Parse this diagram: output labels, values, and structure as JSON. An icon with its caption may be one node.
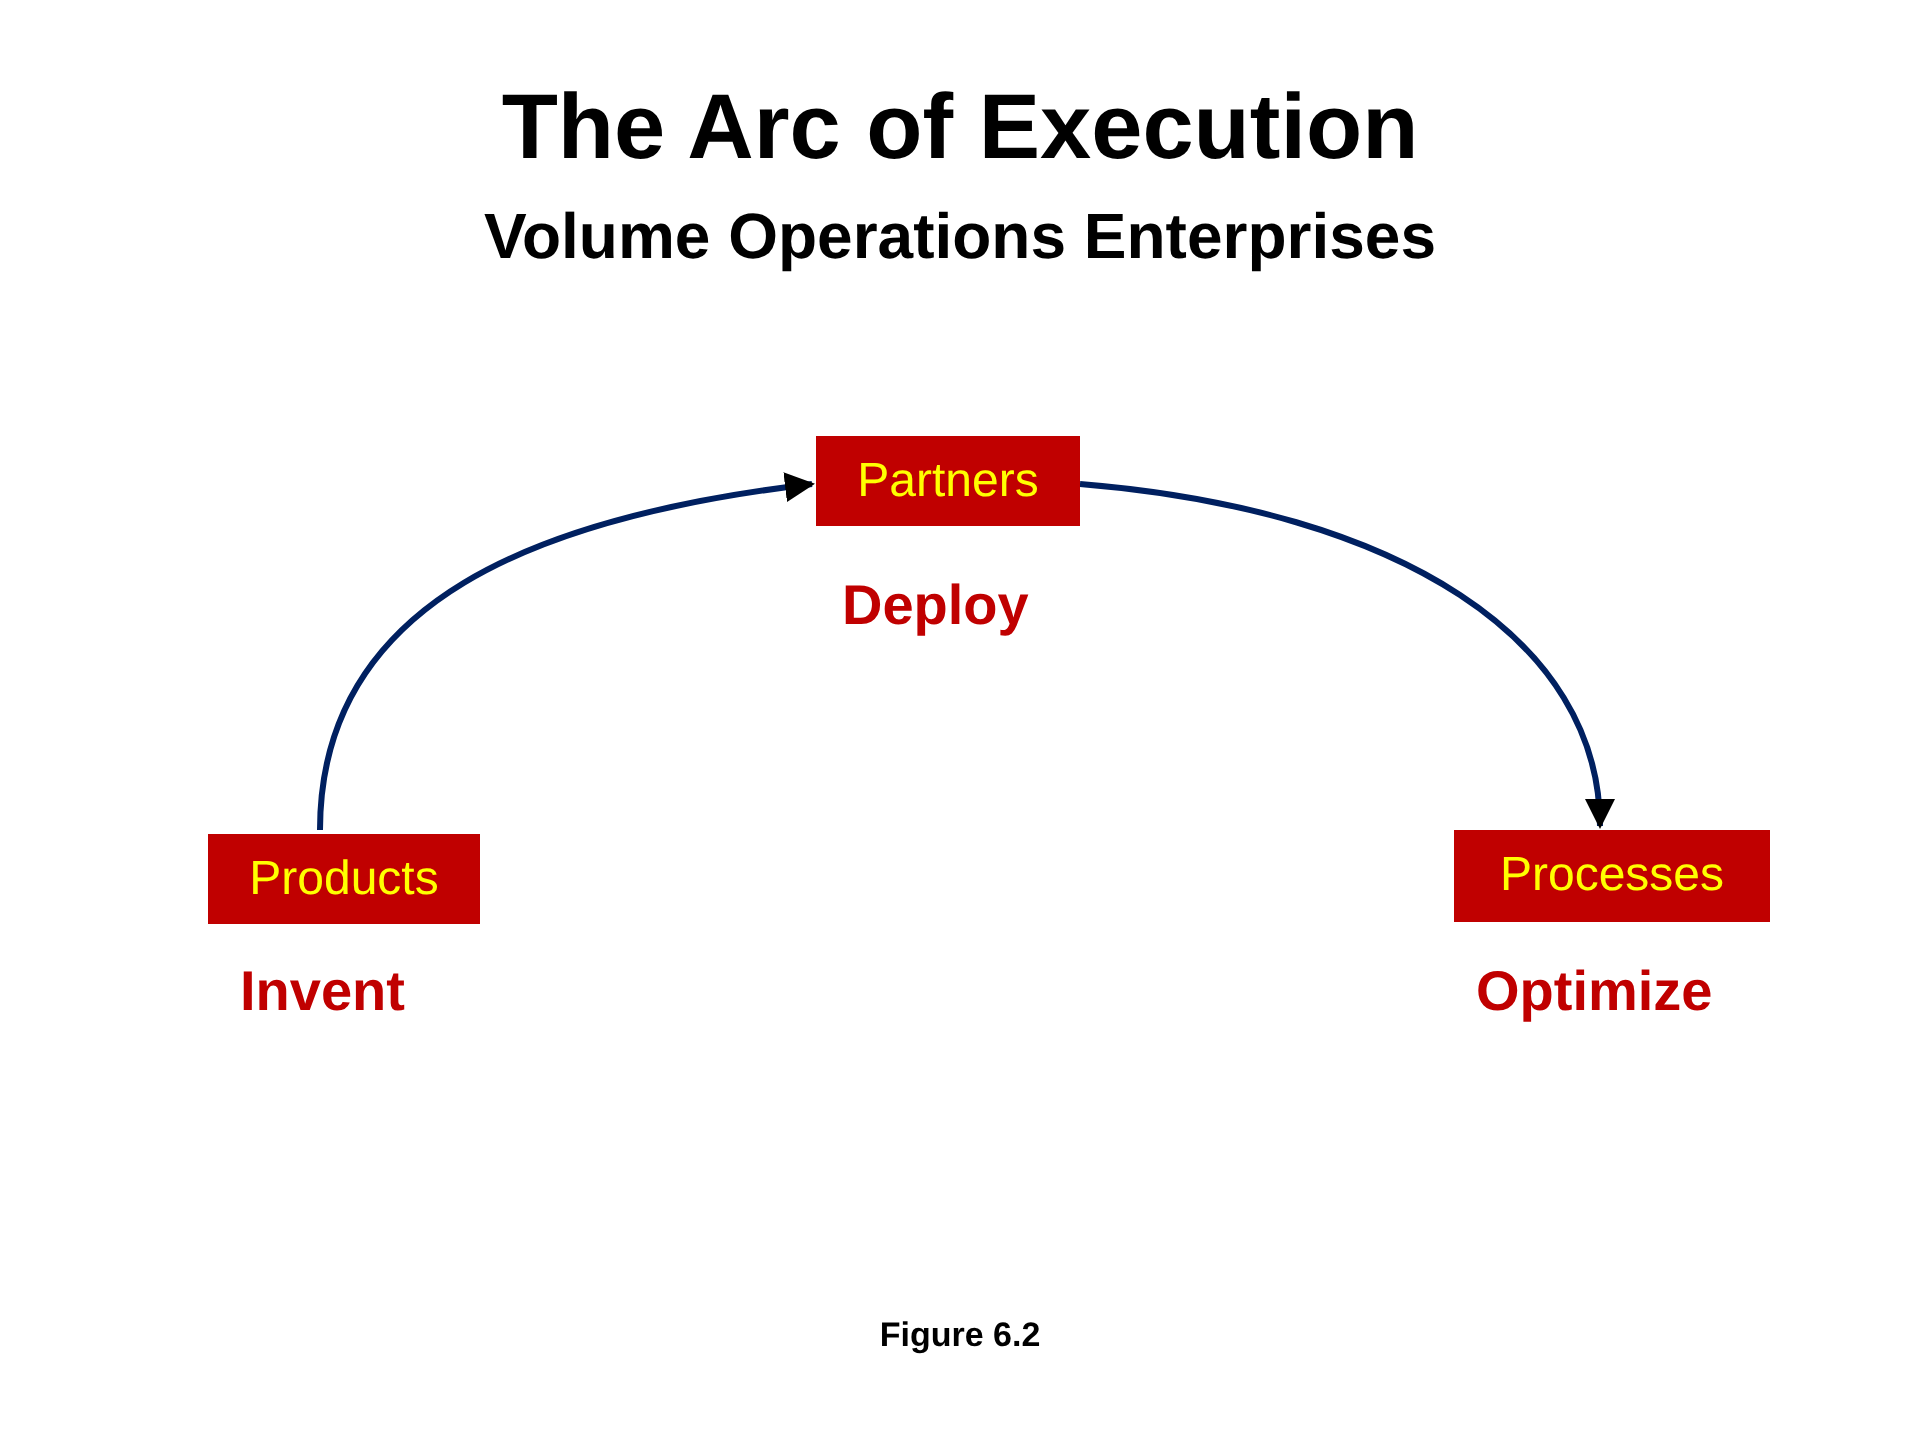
{
  "diagram": {
    "title": "The Arc of Execution",
    "caption": "Figure 6.2",
    "nodes": [
      {
        "text": [
          "Products"
        ],
        "beside": [
          "Invent"
        ]
      },
      {
        "text": [
          "Partners"
        ],
        "beside": [
          "Deploy"
        ]
      },
      {
        "text": [
          "Processes"
        ],
        "beside": [
          "Optimize"
        ]
      }
    ],
    "edges": [
      {
        "from": 0,
        "to": 1,
        "arrow": "to"
      },
      {
        "from": 1,
        "to": 2,
        "arrow": "to"
      }
    ],
    "labels": [
      "Volume Operations Enterprises"
    ]
  }
}
